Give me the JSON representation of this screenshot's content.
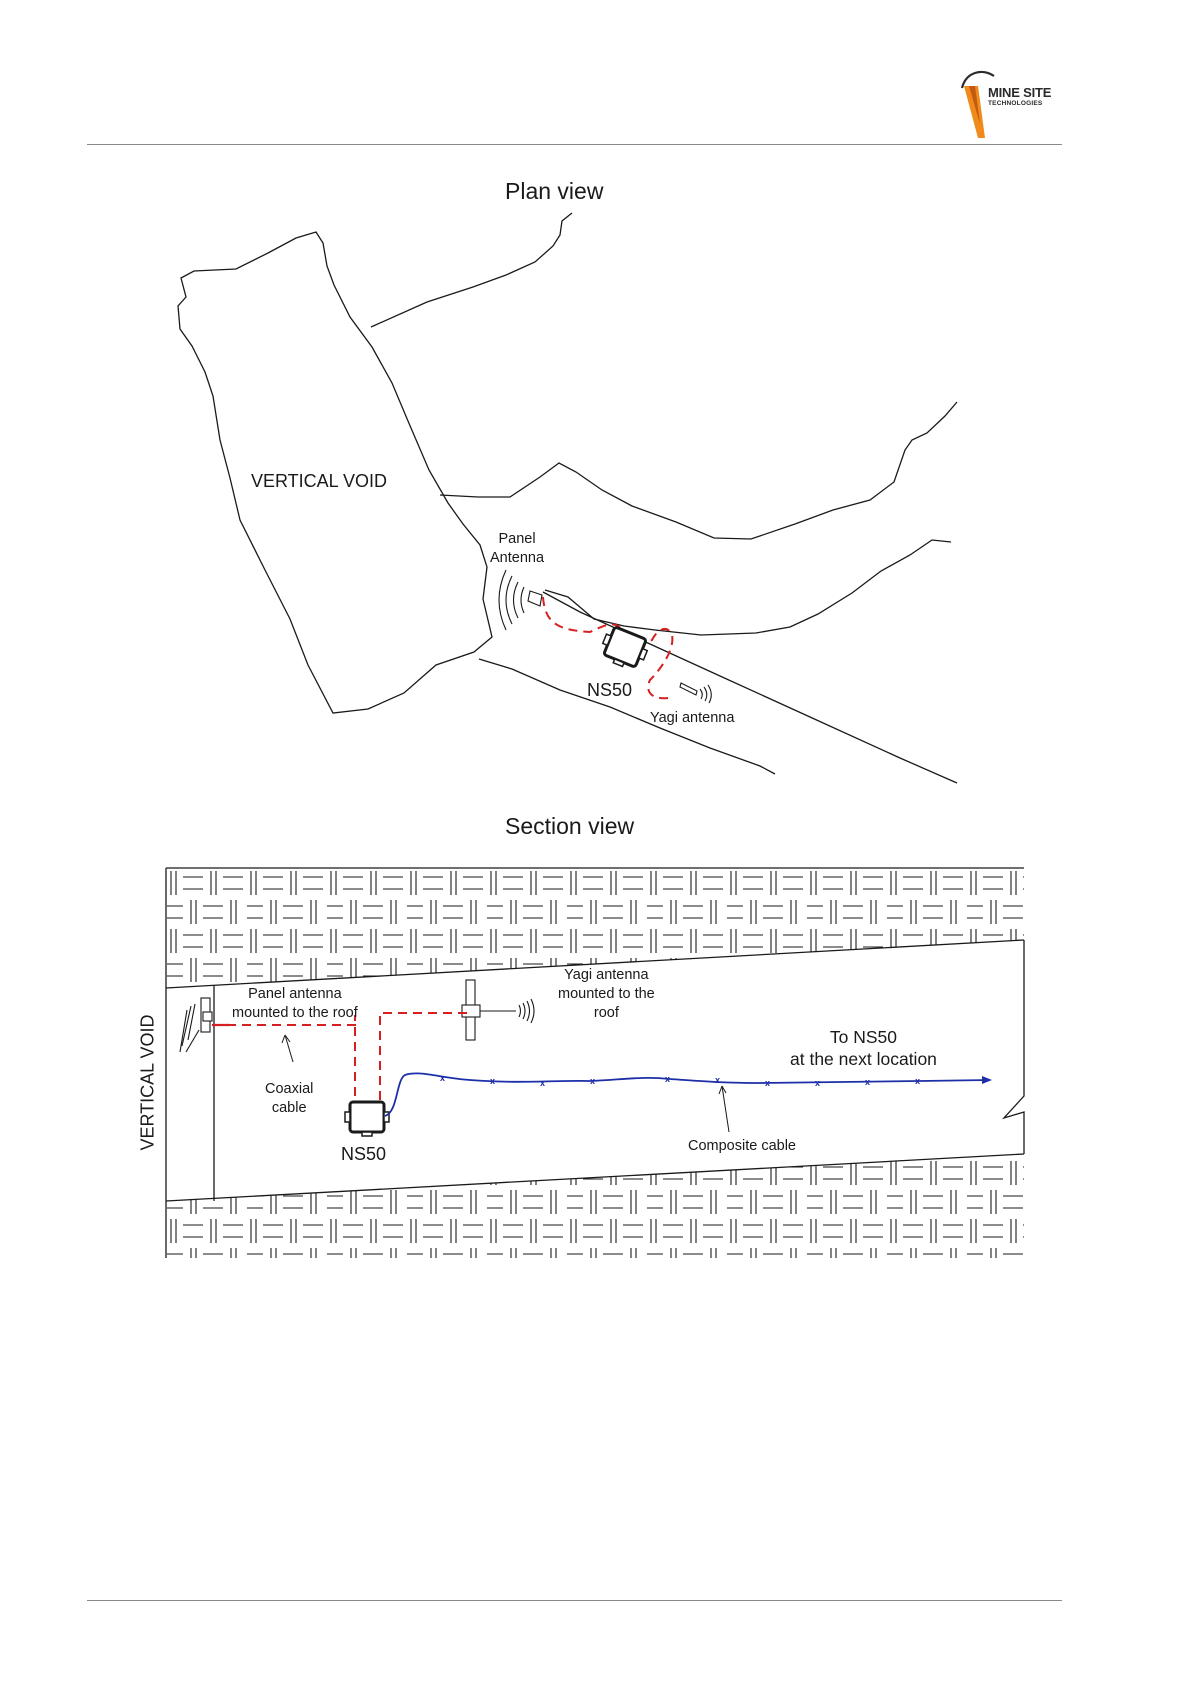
{
  "brand": {
    "logo_line1": "MINE SITE",
    "logo_line2": "TECHNOLOGIES",
    "accent": "#f08a1c",
    "accent_dark": "#c45a10"
  },
  "colors": {
    "coax": "#d42020",
    "composite": "#1d2fa8",
    "line": "#1a1a1a"
  },
  "plan_view": {
    "title": "Plan view",
    "vertical_void": "VERTICAL VOID",
    "panel_antenna": "Panel\nAntenna",
    "ns50": "NS50",
    "yagi_antenna": "Yagi antenna"
  },
  "section_view": {
    "title": "Section view",
    "vertical_void": "VERTICAL VOID",
    "panel_antenna": "Panel antenna\nmounted to the roof",
    "yagi_antenna": "Yagi antenna\nmounted to the\nroof",
    "coaxial_cable": "Coaxial\ncable",
    "ns50": "NS50",
    "to_ns50": "To NS50\nat the next location",
    "composite_cable": "Composite cable"
  }
}
